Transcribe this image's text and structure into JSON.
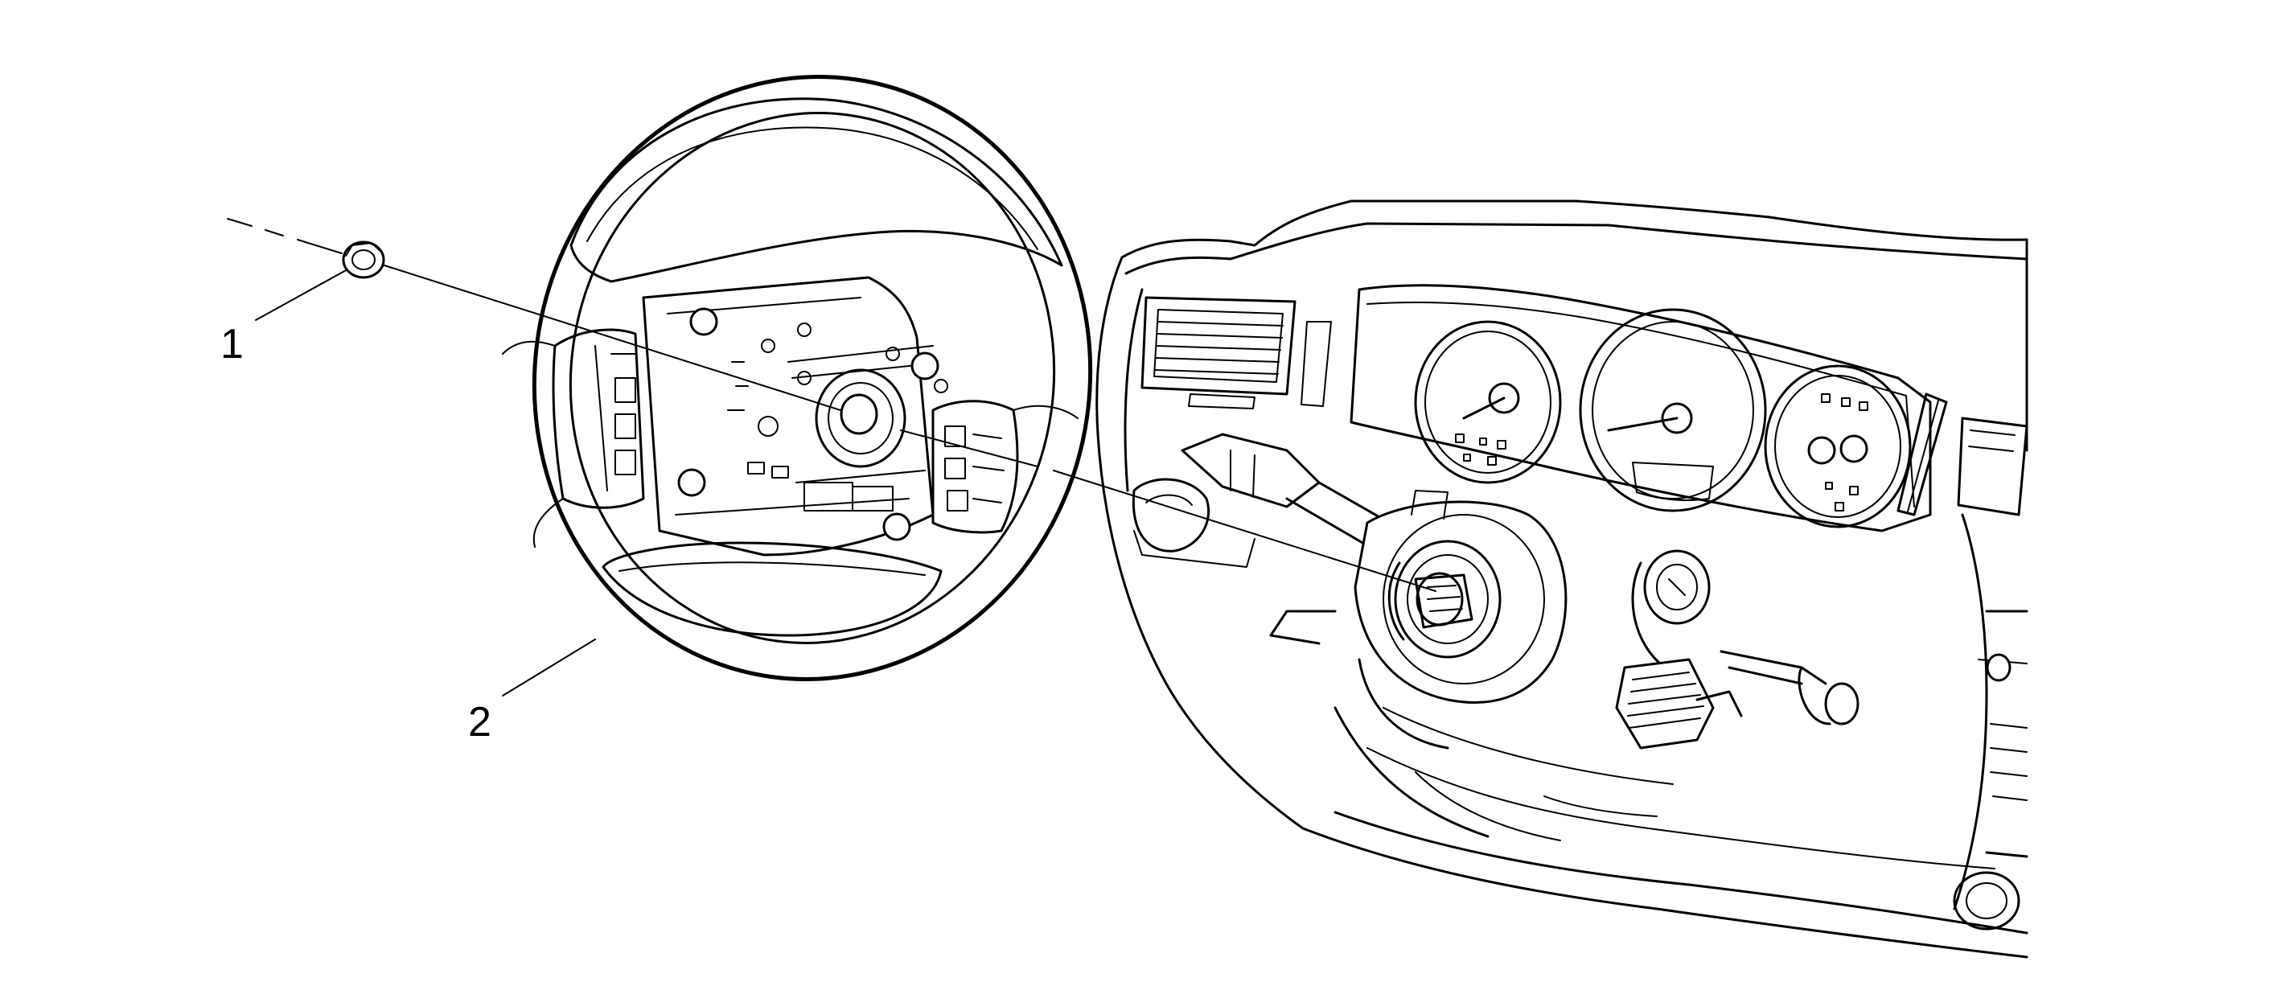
{
  "callouts": [
    {
      "id": "1",
      "label": "1"
    },
    {
      "id": "2",
      "label": "2"
    }
  ],
  "parts": {
    "nut": {
      "icon": "nut-icon"
    },
    "steering_wheel": {
      "icon": "steering-wheel-icon"
    },
    "instrument_panel": {
      "icon": "instrument-panel-icon"
    }
  }
}
